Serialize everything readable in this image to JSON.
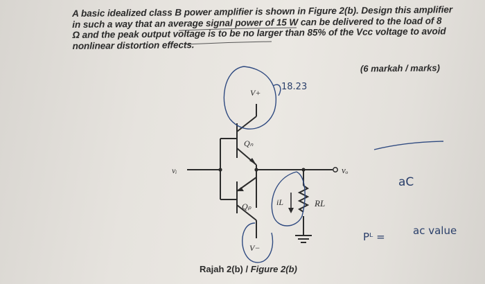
{
  "question": {
    "lines": [
      "A basic idealized class B power amplifier is shown in Figure 2(b). Design this amplifier",
      "in such a way that an average signal power of 15 W can be delivered to the load of 8",
      "Ω and the peak output voltage is to be no larger than 85% of the Vcc voltage to avoid",
      "nonlinear distortion effects."
    ],
    "marks": "(6 markah / marks)"
  },
  "figure": {
    "caption_prefix": "Rajah 2(b) / ",
    "caption_suffix": "Figure 2(b)",
    "labels": {
      "vplus": "V+",
      "vminus": "V−",
      "qn": "Qₙ",
      "qp": "Qₚ",
      "vi": "vᵢ",
      "vo": "vₒ",
      "il": "iL",
      "rl": "RL"
    }
  },
  "handwriting": {
    "note_top": "18.23",
    "note_ac": "aC",
    "formula": "Pᴸ =",
    "formula_note": "ac value"
  }
}
